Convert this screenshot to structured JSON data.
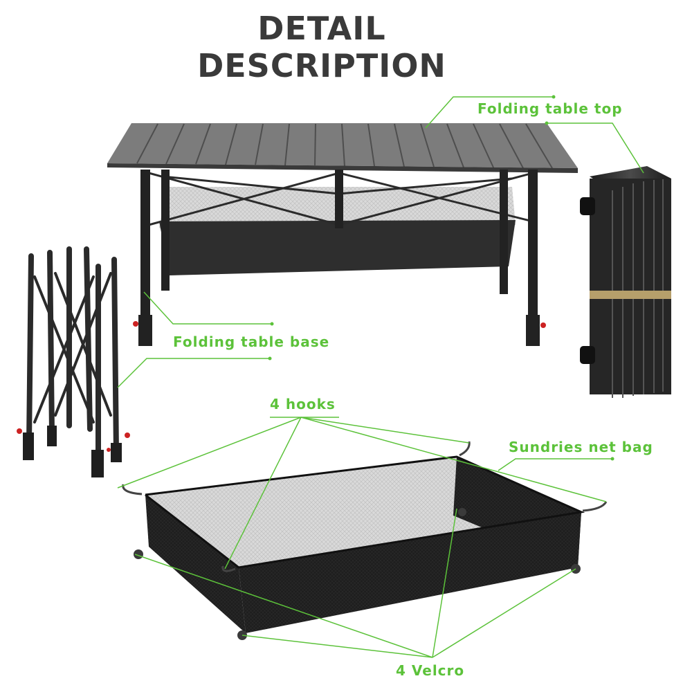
{
  "title": {
    "line1": "DETAIL",
    "line2": "DESCRIPTION"
  },
  "callouts": {
    "table_top": "Folding table top",
    "table_base": "Folding table base",
    "hooks": "4 hooks",
    "net_bag": "Sundries net bag",
    "velcro": "4 Velcro"
  },
  "colors": {
    "accent_green": "#5cc23a",
    "title_gray": "#3a3a3a",
    "metal_dark": "#2b2b2b",
    "tabletop_silver": "#8a8a8a"
  }
}
